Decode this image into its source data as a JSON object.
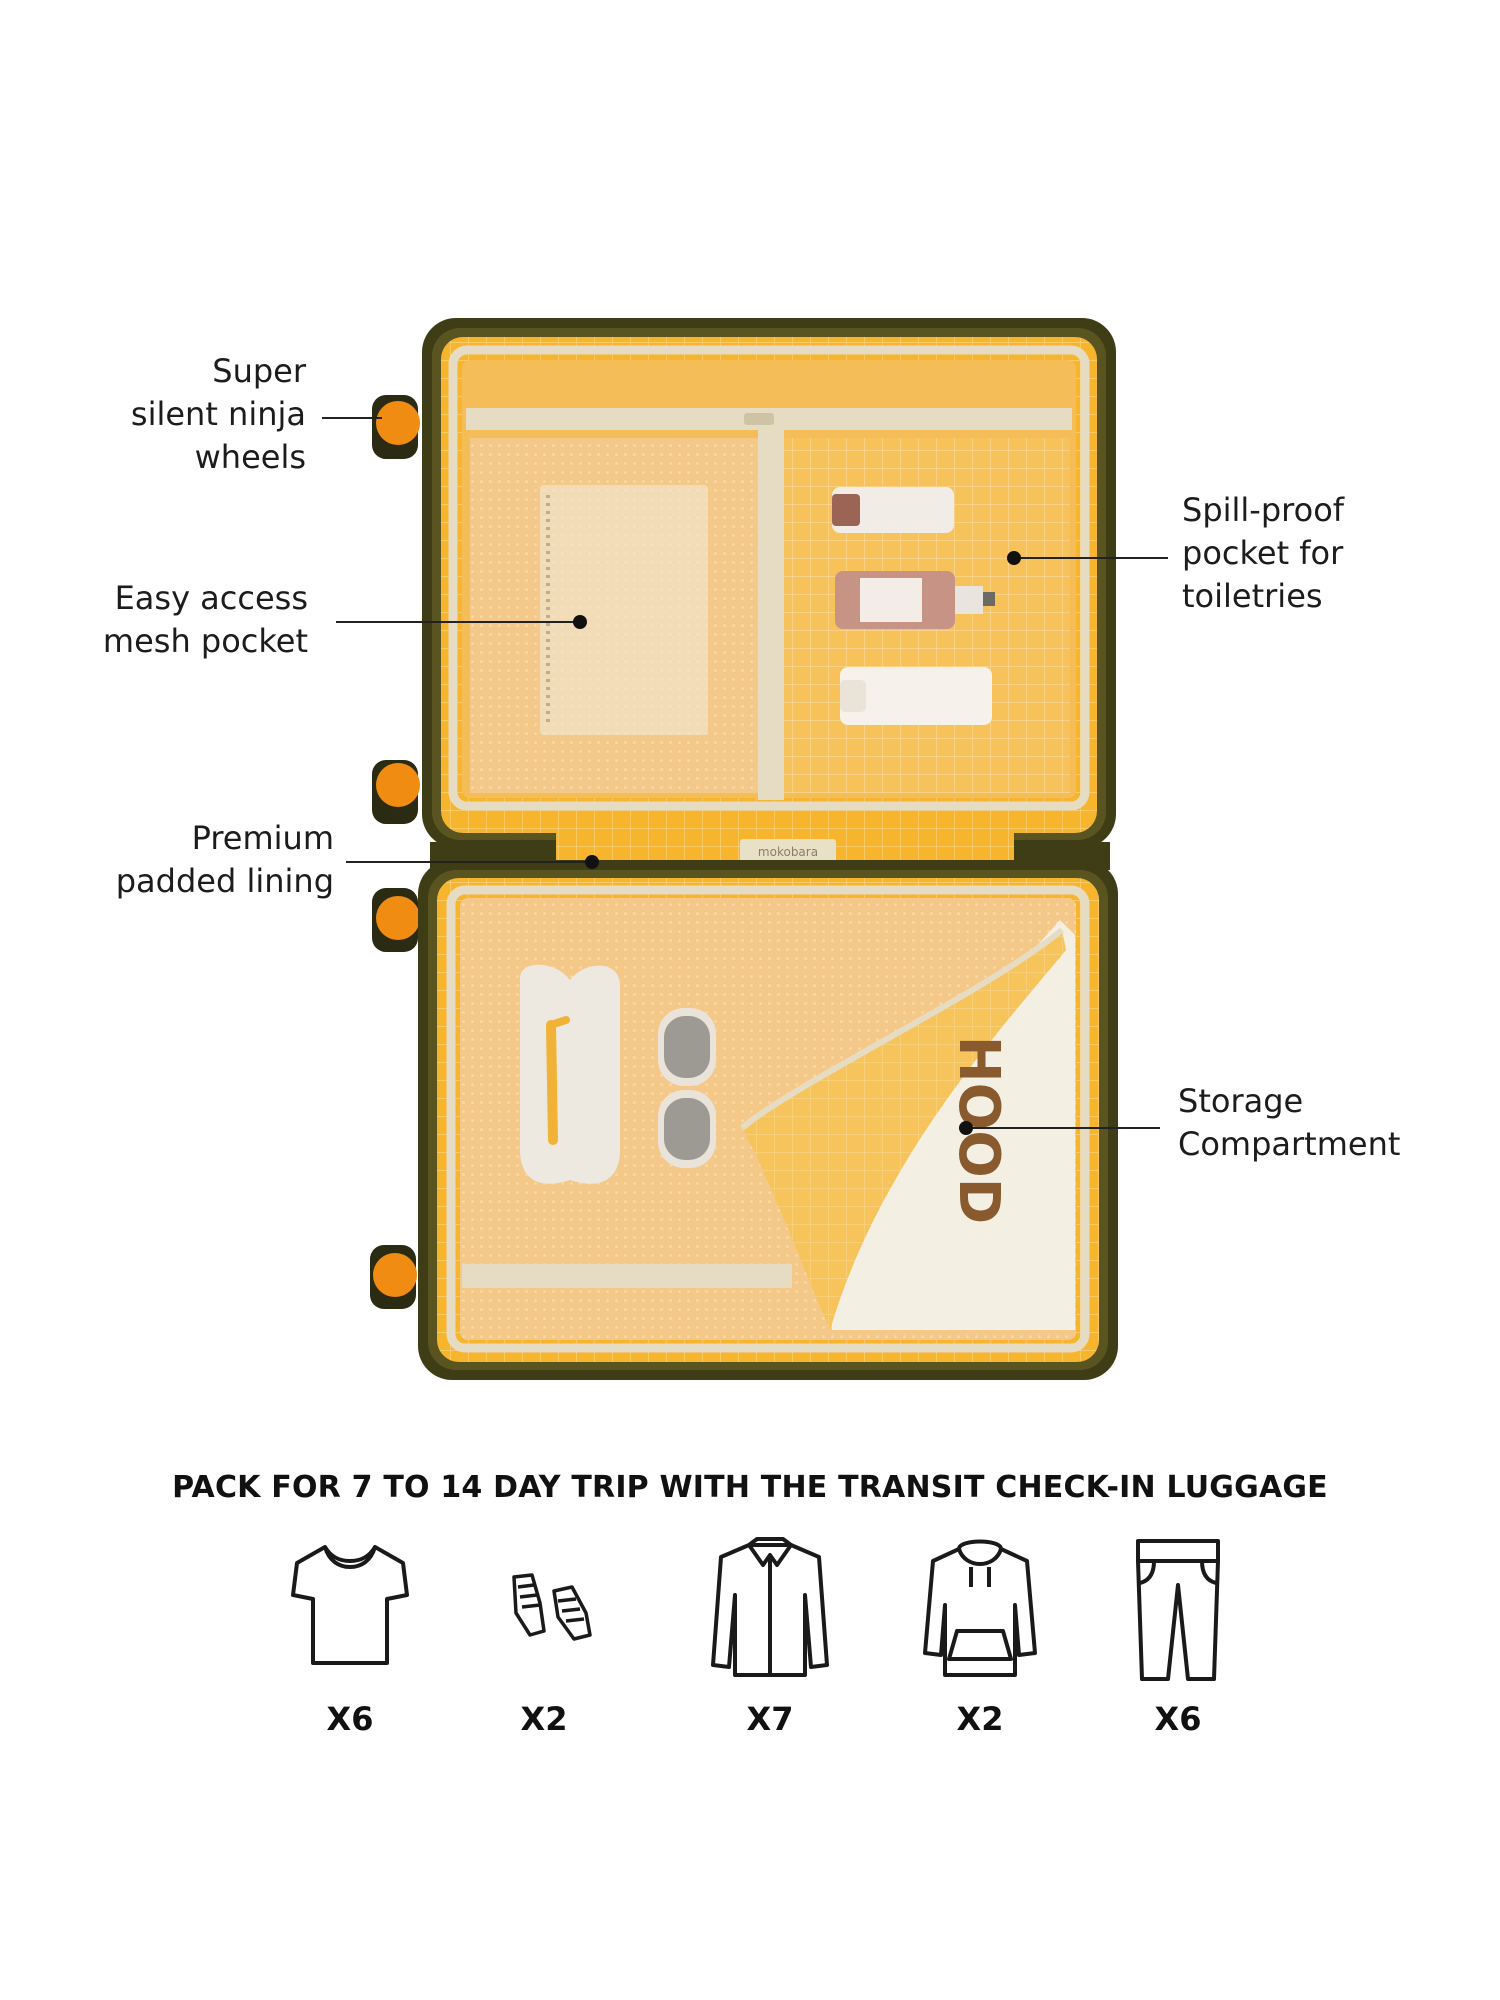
{
  "callouts": {
    "wheels": [
      "Super",
      "silent ninja",
      "wheels"
    ],
    "mesh_pocket": [
      "Easy access",
      "mesh pocket"
    ],
    "lining": [
      "Premium",
      "padded lining"
    ],
    "toiletries": [
      "Spill-proof",
      "pocket for",
      "toiletries"
    ],
    "storage": [
      "Storage",
      "Compartment"
    ]
  },
  "brand_tag": "mokobara",
  "shirt_print": "HOOD",
  "pack": {
    "heading": "PACK FOR 7 TO 14 DAY TRIP WITH THE TRANSIT CHECK-IN LUGGAGE",
    "items": [
      {
        "icon": "tshirt-icon",
        "count": "X6"
      },
      {
        "icon": "sneakers-icon",
        "count": "X2"
      },
      {
        "icon": "shirt-icon",
        "count": "X7"
      },
      {
        "icon": "hoodie-icon",
        "count": "X2"
      },
      {
        "icon": "trousers-icon",
        "count": "X6"
      }
    ]
  },
  "colors": {
    "shell": "#3f3d16",
    "lining": "#f5b82e",
    "lining_light": "#f8c96b",
    "zipper": "#e6dcc4",
    "wheel": "#f08c12",
    "mesh": "#f3c784"
  }
}
